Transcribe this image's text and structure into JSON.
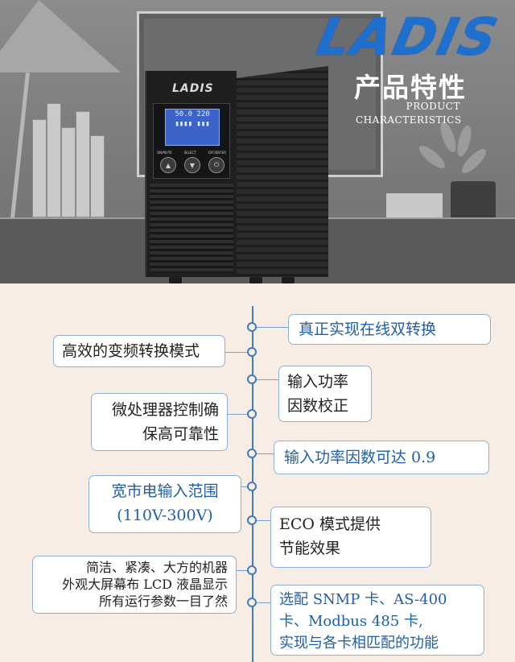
{
  "brand": {
    "logo_text": "LADIS",
    "accent": "#1f6fcf",
    "timeline_color": "#3f7cc0"
  },
  "header": {
    "title": "产品特性",
    "subtitle_line1": "PRODUCT",
    "subtitle_line2": "CHARACTERISTICS"
  },
  "ups": {
    "logo": "LADIS",
    "lcd_line1": "50.0 220",
    "lcd_line2": "▮▮▮▮ ▮▮▮",
    "button_labels": [
      "ON/MUTE",
      "SELECT",
      "OFF/ENTER"
    ]
  },
  "features": {
    "f1": {
      "line1": "真正实现在线双转换"
    },
    "f2": {
      "line1": "高效的变频转换模式"
    },
    "f3": {
      "line1": "输入功率",
      "line2": "因数校正"
    },
    "f4": {
      "line1": "微处理器控制确",
      "line2": "保高可靠性"
    },
    "f5": {
      "line1": "输入功率因数可达 0.9"
    },
    "f6": {
      "line1": "宽市电输入范围",
      "line2": "(110V-300V)"
    },
    "f7": {
      "line1": "ECO 模式提供",
      "line2": "节能效果"
    },
    "f8": {
      "line1": "简洁、紧凑、大方的机器",
      "line2": "外观大屏幕布 LCD 液晶显示",
      "line3": "所有运行参数一目了然"
    },
    "f9": {
      "line1": "选配 SNMP 卡、AS-400",
      "line2": "卡、Modbus 485 卡,",
      "line3": "实现与各卡相匹配的功能"
    }
  }
}
